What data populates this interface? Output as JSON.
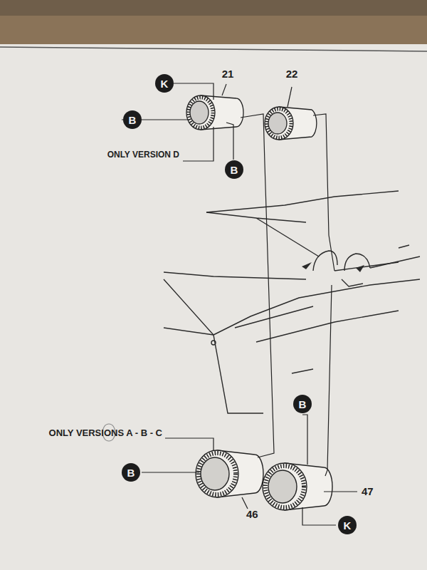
{
  "diagram": {
    "nodes": [
      {
        "text": [
          "K"
        ]
      },
      {
        "text": [
          "B"
        ]
      },
      {
        "text": [
          "B"
        ]
      },
      {
        "text": [
          "B"
        ]
      },
      {
        "text": [
          "B"
        ]
      },
      {
        "text": [
          "K"
        ]
      }
    ],
    "labels": [
      "21",
      "22",
      "ONLY VERSION D",
      "ONLY VERSIONS A - B - C",
      "46",
      "47"
    ]
  }
}
